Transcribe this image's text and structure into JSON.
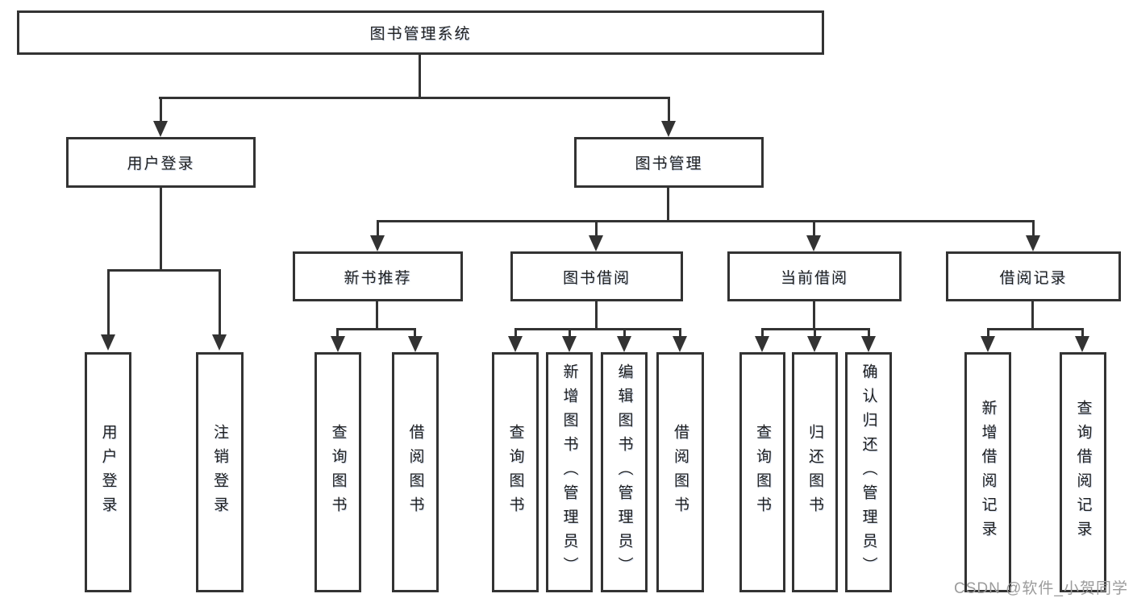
{
  "diagram": {
    "root": "图书管理系统",
    "level2": {
      "user_login": "用户登录",
      "book_mgmt": "图书管理"
    },
    "level3": {
      "new_books": "新书推荐",
      "book_borrow": "图书借阅",
      "current_borrow": "当前借阅",
      "borrow_records": "借阅记录"
    },
    "level4": {
      "user_login_children": [
        "用户登录",
        "注销登录"
      ],
      "new_books_children": [
        "查询图书",
        "借阅图书"
      ],
      "book_borrow_children": [
        "查询图书",
        "新增图书（管理员）",
        "编辑图书（管理员）",
        "借阅图书"
      ],
      "current_borrow_children": [
        "查询图书",
        "归还图书",
        "确认归还（管理员）"
      ],
      "borrow_records_children": [
        "新增借阅记录",
        "查询借阅记录"
      ]
    }
  },
  "watermark": "CSDN @软件_小贺同学",
  "colors": {
    "line": "#333333",
    "text": "#1f1f1f",
    "watermark": "#9b9b9b",
    "background": "#ffffff"
  }
}
